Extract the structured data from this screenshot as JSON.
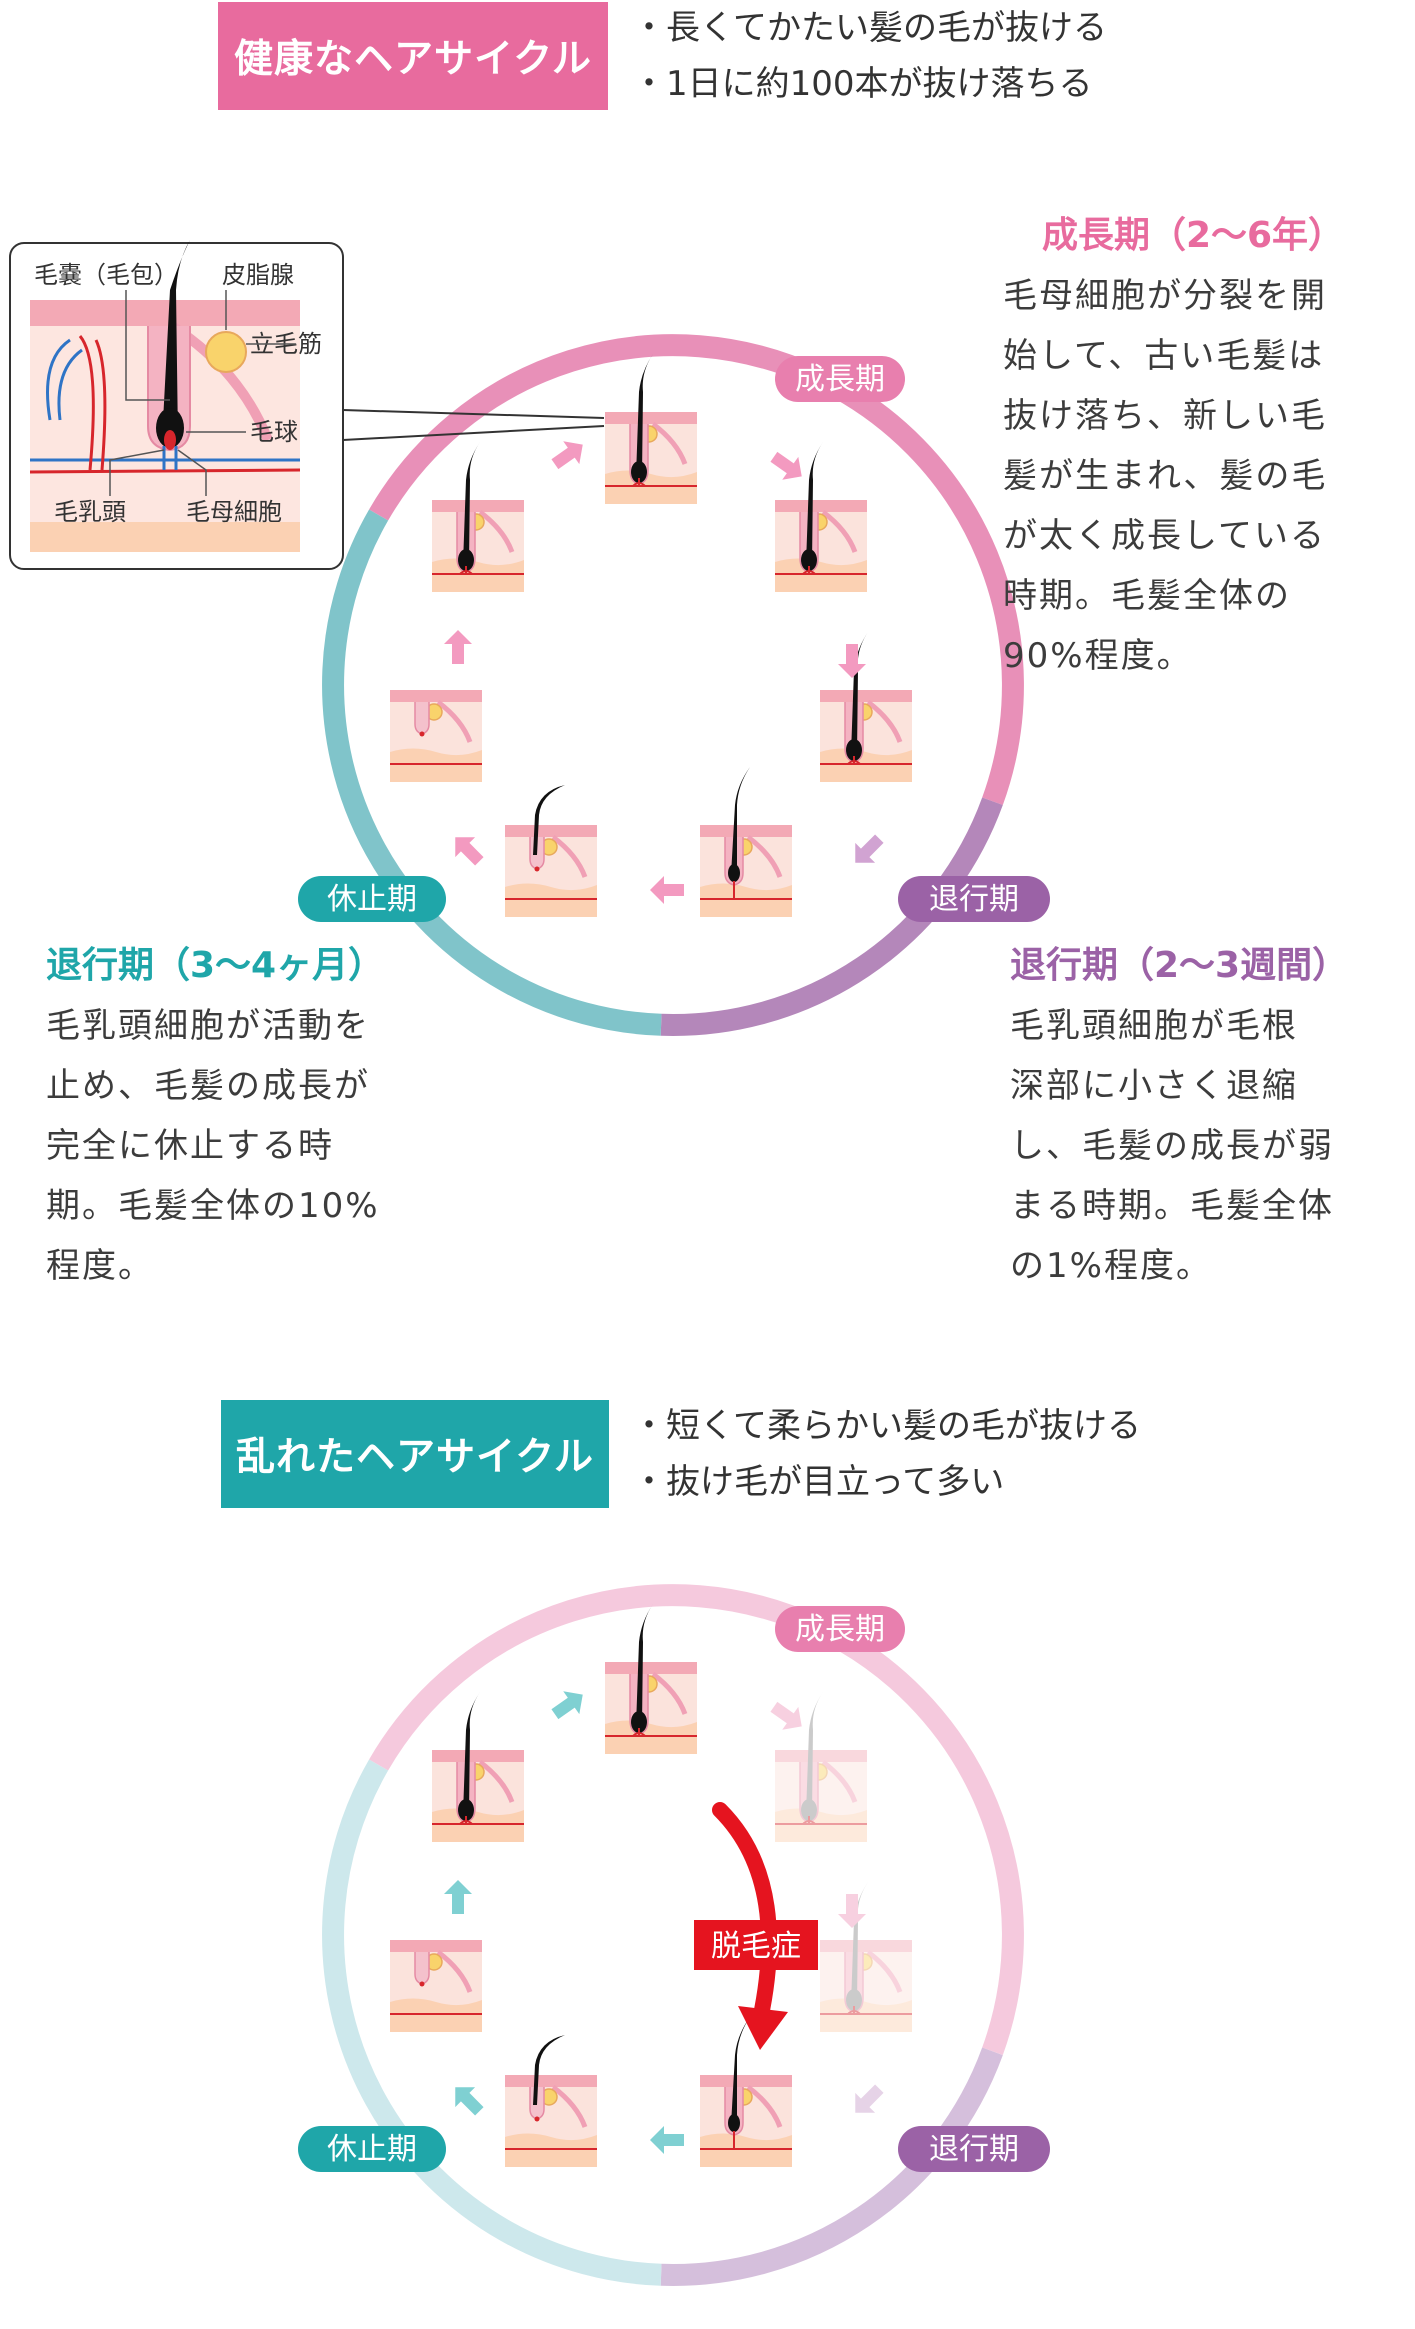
{
  "healthy": {
    "title": "健康なヘアサイクル",
    "bullets": [
      "・長くてかたい髪の毛が抜ける",
      "・1日に約100本が抜け落ちる"
    ],
    "color": "#e86b9e"
  },
  "disordered": {
    "title": "乱れたヘアサイクル",
    "bullets": [
      "・短くて柔らかい髪の毛が抜ける",
      "・抜け毛が目立って多い"
    ],
    "color": "#1fa6a9"
  },
  "phases": {
    "growth": "成長期",
    "regression": "退行期",
    "rest": "休止期"
  },
  "descriptions": {
    "growth": {
      "title": "成長期（2〜6年）",
      "lines": [
        "毛母細胞が分裂を開",
        "始して、古い毛髪は",
        "抜け落ち、新しい毛",
        "髪が生まれ、髪の毛",
        "が太く成長している",
        "時期。毛髪全体の",
        "90%程度。"
      ]
    },
    "regression": {
      "title": "退行期（2〜3週間）",
      "lines": [
        "毛乳頭細胞が毛根",
        "深部に小さく退縮",
        "し、毛髪の成長が弱",
        "まる時期。毛髪全体",
        "の1%程度。"
      ]
    },
    "rest": {
      "title": "退行期（3〜4ヶ月）",
      "lines": [
        "毛乳頭細胞が活動を",
        "止め、毛髪の成長が",
        "完全に休止する時",
        "期。毛髪全体の10%",
        "程度。"
      ]
    }
  },
  "inset_labels": {
    "follicle": "毛嚢（毛包）",
    "sebaceous": "皮脂腺",
    "arrector": "立毛筋",
    "bulb": "毛球",
    "papilla": "毛乳頭",
    "matrix": "毛母細胞"
  },
  "alopecia_label": "脱毛症",
  "colors": {
    "growth": "#e890b8",
    "regression": "#b487ba",
    "rest": "#80c4ca",
    "growth_light": "#f5c9dd",
    "regression_light": "#d5bfdc",
    "rest_light": "#cde8ec",
    "alert": "#e5141f"
  }
}
